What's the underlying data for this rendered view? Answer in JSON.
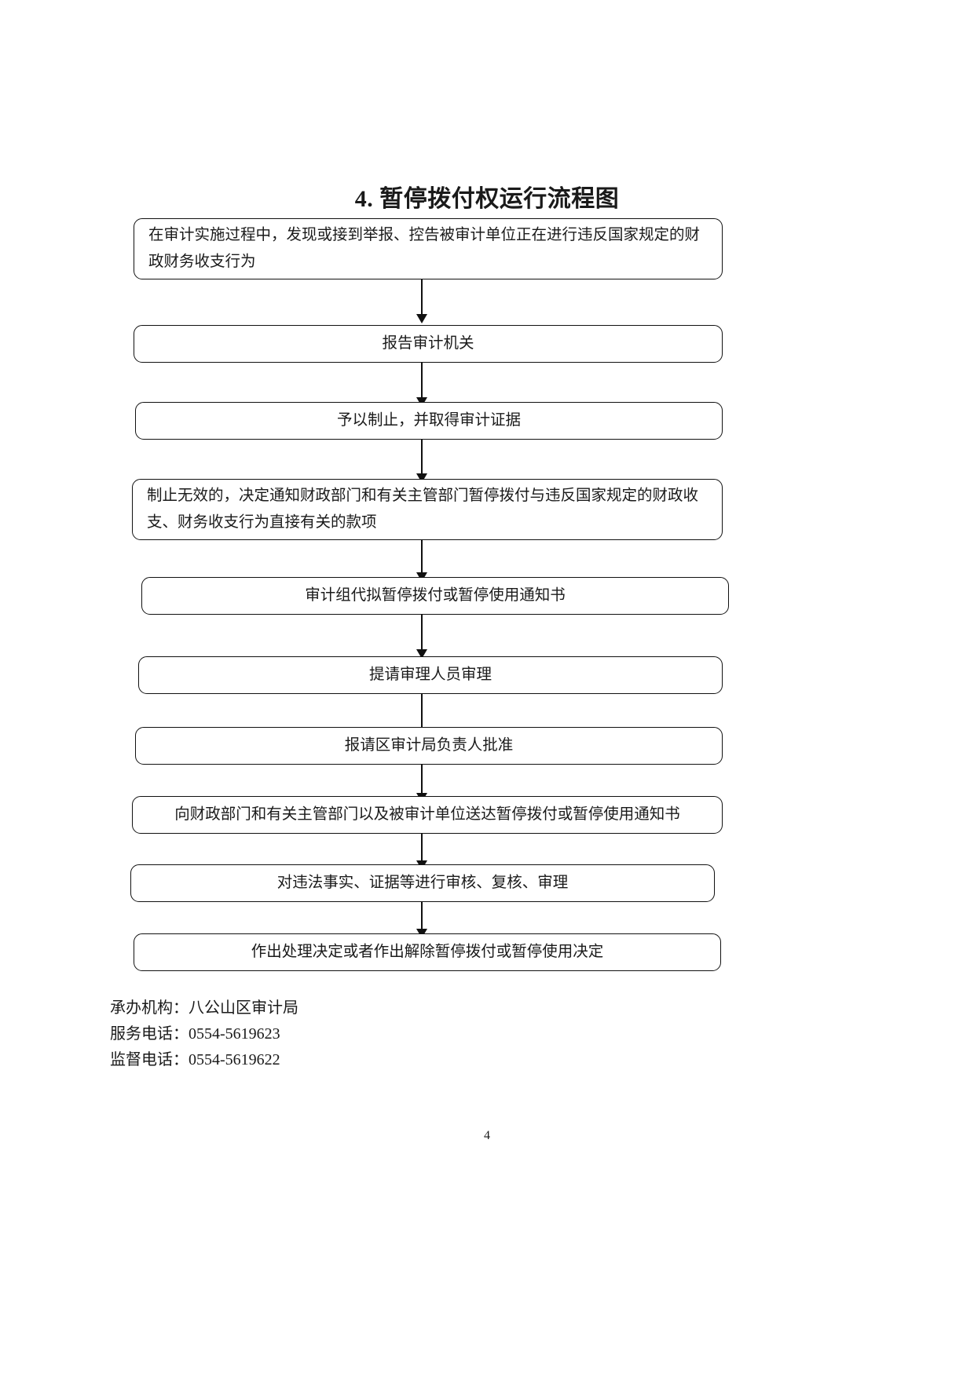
{
  "document": {
    "title": "4. 暂停拨付权运行流程图",
    "page_number": "4"
  },
  "flowchart": {
    "type": "flowchart",
    "orientation": "top-to-bottom",
    "nodes": [
      {
        "id": "n1",
        "text": "在审计实施过程中，发现或接到举报、控告被审计单位正在进行违反国家规定的财\n政财务收支行为",
        "align": "left",
        "lines": 2
      },
      {
        "id": "n2",
        "text": "报告审计机关",
        "align": "center",
        "lines": 1
      },
      {
        "id": "n3",
        "text": "予以制止，并取得审计证据",
        "align": "center",
        "lines": 1
      },
      {
        "id": "n4",
        "text": "制止无效的，决定通知财政部门和有关主管部门暂停拨付与违反国家规定的财政收\n支、财务收支行为直接有关的款项",
        "align": "left",
        "lines": 2
      },
      {
        "id": "n5",
        "text": "审计组代拟暂停拨付或暂停使用通知书",
        "align": "center",
        "lines": 1
      },
      {
        "id": "n6",
        "text": "提请审理人员审理",
        "align": "center",
        "lines": 1
      },
      {
        "id": "n7",
        "text": "报请区审计局负责人批准",
        "align": "center",
        "lines": 1
      },
      {
        "id": "n8",
        "text": "向财政部门和有关主管部门以及被审计单位送达暂停拨付或暂停使用通知书",
        "align": "center",
        "lines": 1
      },
      {
        "id": "n9",
        "text": "对违法事实、证据等进行审核、复核、审理",
        "align": "center",
        "lines": 1
      },
      {
        "id": "n10",
        "text": "作出处理决定或者作出解除暂停拨付或暂停使用决定",
        "align": "center",
        "lines": 1
      }
    ],
    "edges": [
      {
        "from": "n1",
        "to": "n2"
      },
      {
        "from": "n2",
        "to": "n3"
      },
      {
        "from": "n3",
        "to": "n4"
      },
      {
        "from": "n4",
        "to": "n5"
      },
      {
        "from": "n5",
        "to": "n6"
      },
      {
        "from": "n6",
        "to": "n7"
      },
      {
        "from": "n7",
        "to": "n8"
      },
      {
        "from": "n8",
        "to": "n9"
      },
      {
        "from": "n9",
        "to": "n10"
      }
    ]
  },
  "footer": {
    "organization": "承办机构：八公山区审计局",
    "service_phone": "服务电话：0554-5619623",
    "supervision_phone": "监督电话：0554-5619622"
  },
  "colors": {
    "text": "#1a1a1a",
    "border": "#111111",
    "background": "#ffffff"
  }
}
